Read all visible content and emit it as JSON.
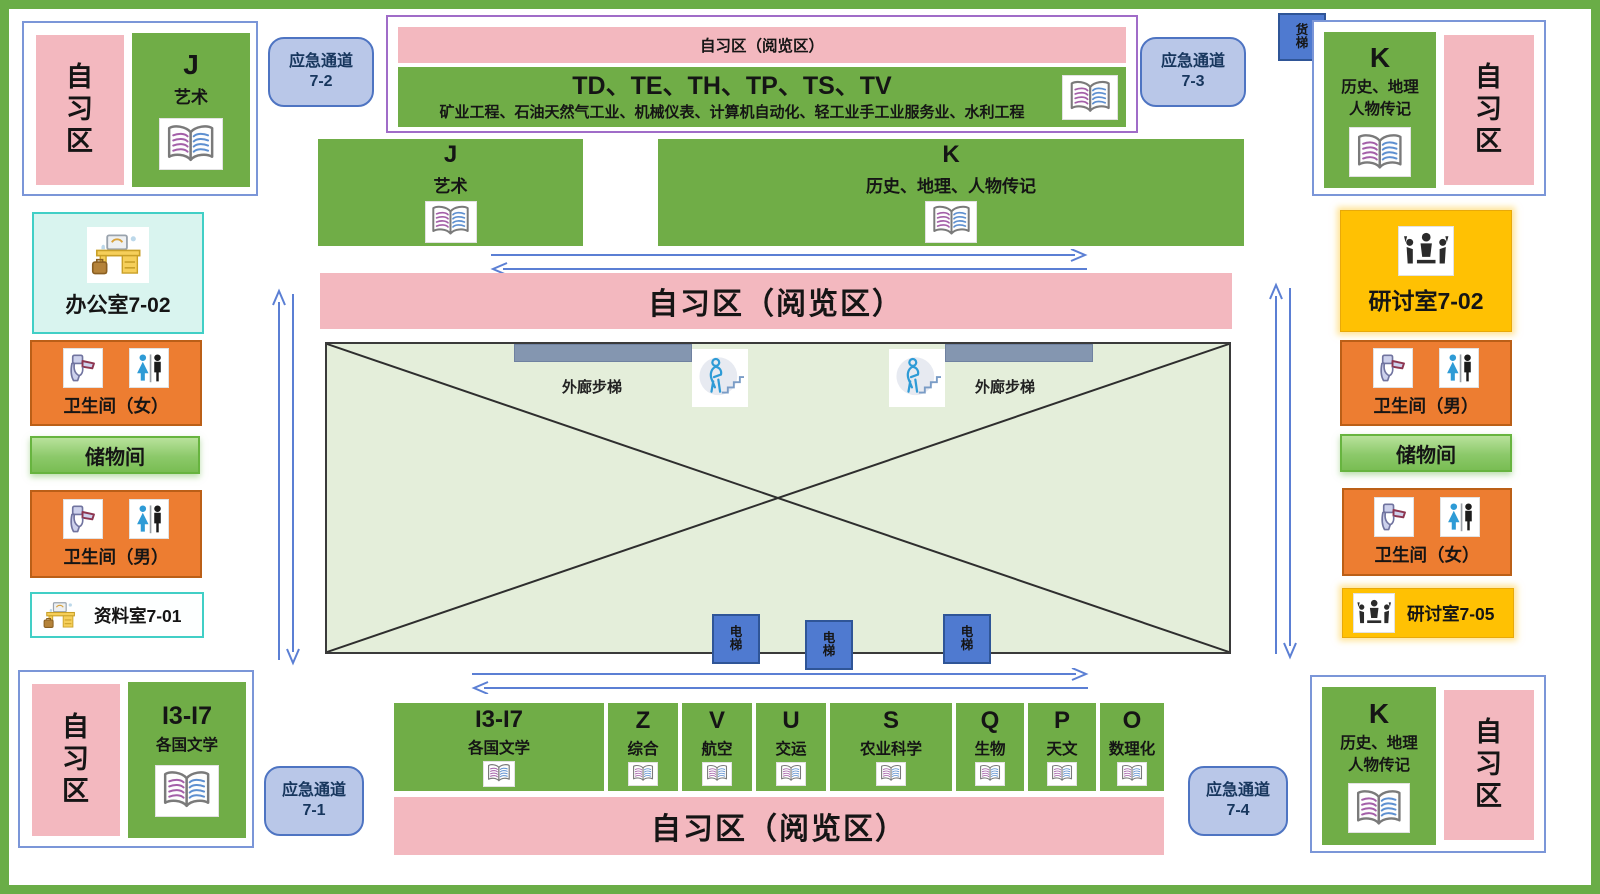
{
  "title": "library-floor-7-plan",
  "colors": {
    "green": "#70ad47",
    "pink": "#f3b8bf",
    "orange": "#ed7d31",
    "orange_dark": "#bb5f17",
    "blue": "#4472c4",
    "blue_light": "#b9c7e8",
    "blue_box": "#4f7ad0",
    "gold": "#ffc103",
    "teal": "#41cfc6",
    "teal_fill": "#d9f4ef",
    "purple": "#a06cc8",
    "group_border": "#7b96d8",
    "atrium": "#e4eeda",
    "gray_bar": "#8496b0",
    "arrow": "#5b7fd4",
    "storage_light": "#b8e29b",
    "storage_dark": "#79bd53",
    "border_green": "#6aad47"
  },
  "zones": {
    "study_vertical": "自\n习\n区",
    "reading_area": "自习区（阅览区）"
  },
  "exits": {
    "label": "应急通道",
    "e71": "7-1",
    "e72": "7-2",
    "e73": "7-3",
    "e74": "7-4"
  },
  "transport": {
    "freight_elevator": "货\n梯",
    "elevator": "电\n梯",
    "outer_stairs": "外廊步梯"
  },
  "rooms": {
    "office": "办公室7-02",
    "archive": "资料室7-01",
    "seminar_a": "研讨室7-02",
    "seminar_b": "研讨室7-05",
    "wc_female": "卫生间（女）",
    "wc_male": "卫生间（男）",
    "storage": "储物间"
  },
  "shelves": {
    "j": {
      "code": "J",
      "name": "艺术"
    },
    "k_wide": {
      "code": "K",
      "name": "历史、地理、人物传记"
    },
    "k_corner": {
      "code": "K",
      "name": "历史、地理\n人物传记"
    },
    "t_row": {
      "code": "TD、TE、TH、TP、TS、TV",
      "name": "矿业工程、石油天然气工业、机械仪表、计算机自动化、轻工业手工业服务业、水利工程"
    },
    "i_corner": {
      "code": "I3-I7",
      "name": "各国文学"
    },
    "z": {
      "code": "Z",
      "name": "综合"
    },
    "v": {
      "code": "V",
      "name": "航空"
    },
    "u": {
      "code": "U",
      "name": "交运"
    },
    "s": {
      "code": "S",
      "name": "农业科学"
    },
    "q": {
      "code": "Q",
      "name": "生物"
    },
    "p": {
      "code": "P",
      "name": "天文"
    },
    "o": {
      "code": "O",
      "name": "数理化"
    }
  }
}
